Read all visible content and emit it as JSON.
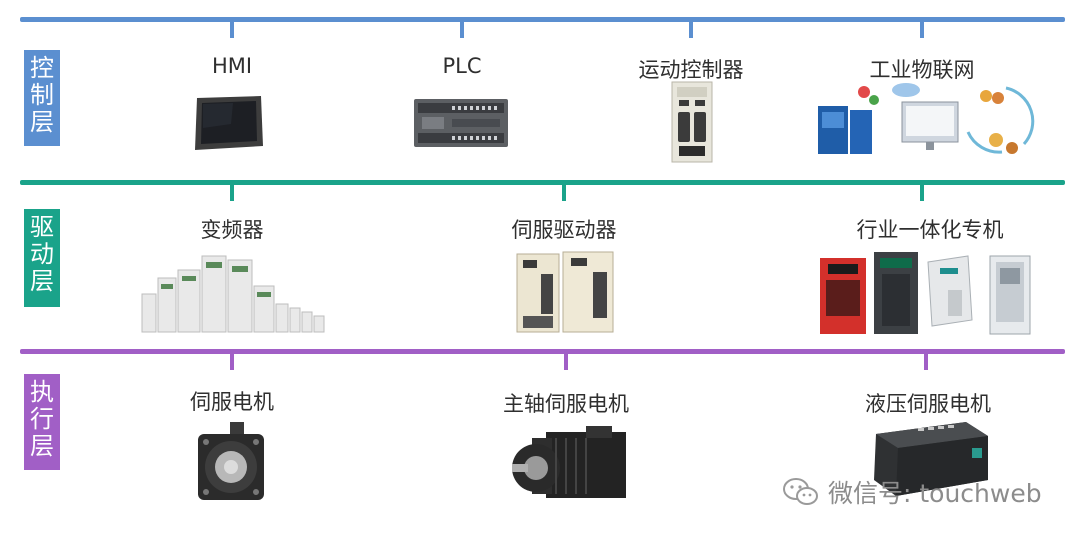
{
  "colors": {
    "control": "#5b8fd0",
    "drive": "#1aa38a",
    "execution": "#a15fc6"
  },
  "layers": [
    {
      "name": "控制层",
      "lines": [
        "控",
        "制",
        "层"
      ],
      "items": [
        "HMI",
        "PLC",
        "运动控制器",
        "工业物联网"
      ]
    },
    {
      "name": "驱动层",
      "lines": [
        "驱",
        "动",
        "层"
      ],
      "items": [
        "变频器",
        "伺服驱动器",
        "行业一体化专机"
      ]
    },
    {
      "name": "执行层",
      "lines": [
        "执",
        "行",
        "层"
      ],
      "items": [
        "伺服电机",
        "主轴伺服电机",
        "液压伺服电机"
      ]
    }
  ],
  "watermark": {
    "text": "微信号: touchweb",
    "icon": "wechat-icon"
  }
}
